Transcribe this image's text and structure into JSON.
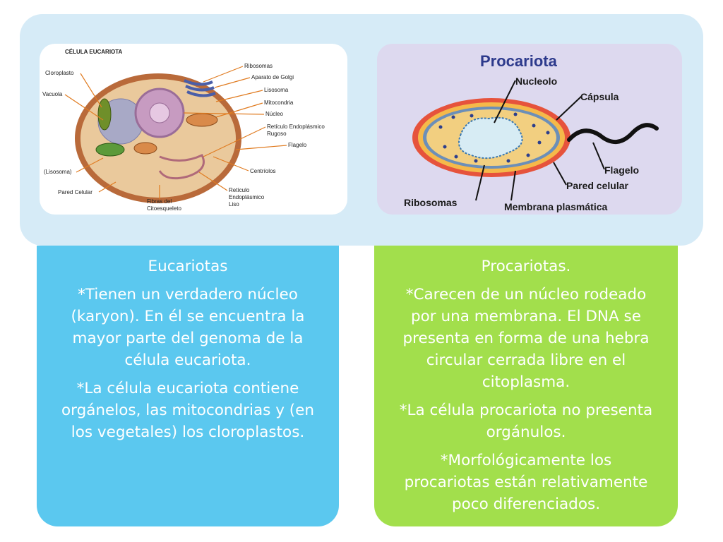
{
  "eukaryote_figure": {
    "title": "CÉLULA EUCARIOTA",
    "labels": {
      "cloroplasto": "Cloroplasto",
      "vacuola": "Vacuola",
      "lisosoma_left": "(Lisosoma)",
      "pared_celular": "Pared Celular",
      "fibras": "Fibras del",
      "citoesqueleto": "Citoesqueleto",
      "ribosomas": "Ribosomas",
      "golgi": "Aparato de Golgi",
      "lisosoma": "Lisosoma",
      "mitocondria": "Mitocondria",
      "nucleo": "Núcleo",
      "reticulo_rugoso_1": "Retículo Endoplásmico",
      "reticulo_rugoso_2": "Rugoso",
      "flagelo": "Flagelo",
      "centriolos": "Centríolos",
      "reticulo_liso_1": "Retículo",
      "reticulo_liso_2": "Endoplásmico",
      "reticulo_liso_3": "Liso"
    }
  },
  "prokaryote_figure": {
    "title": "Procariota",
    "labels": {
      "nucleolo": "Nucleolo",
      "capsula": "Cápsula",
      "flagelo": "Flagelo",
      "pared_celular": "Pared celular",
      "ribosomas": "Ribosomas",
      "membrana": "Membrana plasmática"
    }
  },
  "eukaryotes": {
    "heading": "Eucariotas",
    "point_1": "*Tienen un verdadero núcleo (karyon). En él se encuentra la mayor parte del genoma de la célula eucariota.",
    "point_2": "*La célula eucariota contiene orgánelos, las mitocondrias y (en los vegetales) los cloroplastos."
  },
  "prokaryotes": {
    "heading": "Procariotas.",
    "point_1": "*Carecen de un núcleo rodeado por una membrana. El DNA se presenta en forma de una hebra circular cerrada libre en el citoplasma.",
    "point_2": "*La célula procariota no presenta orgánulos.",
    "point_3": "*Morfológicamente los procariotas están relativamente poco diferenciados."
  },
  "colors": {
    "top_panel": "#d6ebf7",
    "eukaryote_column": "#5bc8ef",
    "prokaryote_column": "#a2df4c"
  }
}
